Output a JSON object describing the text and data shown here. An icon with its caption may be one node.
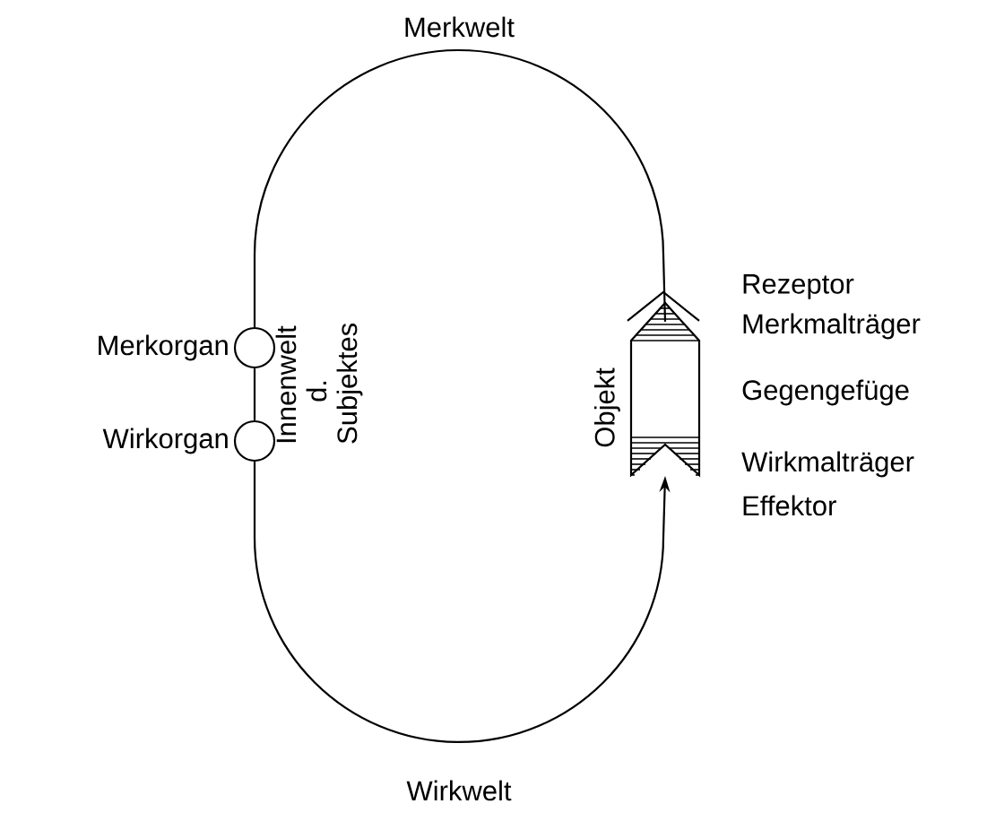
{
  "diagram": {
    "nodes": [
      {
        "text": [
          "Merkorgan"
        ]
      },
      {
        "text": [
          "Wirkorgan"
        ]
      },
      {
        "text": [
          "Objekt"
        ]
      }
    ],
    "edges": [
      {
        "from": 0,
        "to": 2,
        "arrow": "none",
        "label": "Merkwelt"
      },
      {
        "from": 1,
        "to": 2,
        "arrow": "to",
        "label": "Wirkwelt"
      },
      {
        "from": 0,
        "to": 1,
        "arrow": "none"
      }
    ],
    "labels": [
      "Innenwelt d. Subjektes",
      "Rezeptor",
      "Merkmalträger",
      "Gegengefüge",
      "Wirkmalträger",
      "Effektor"
    ]
  }
}
